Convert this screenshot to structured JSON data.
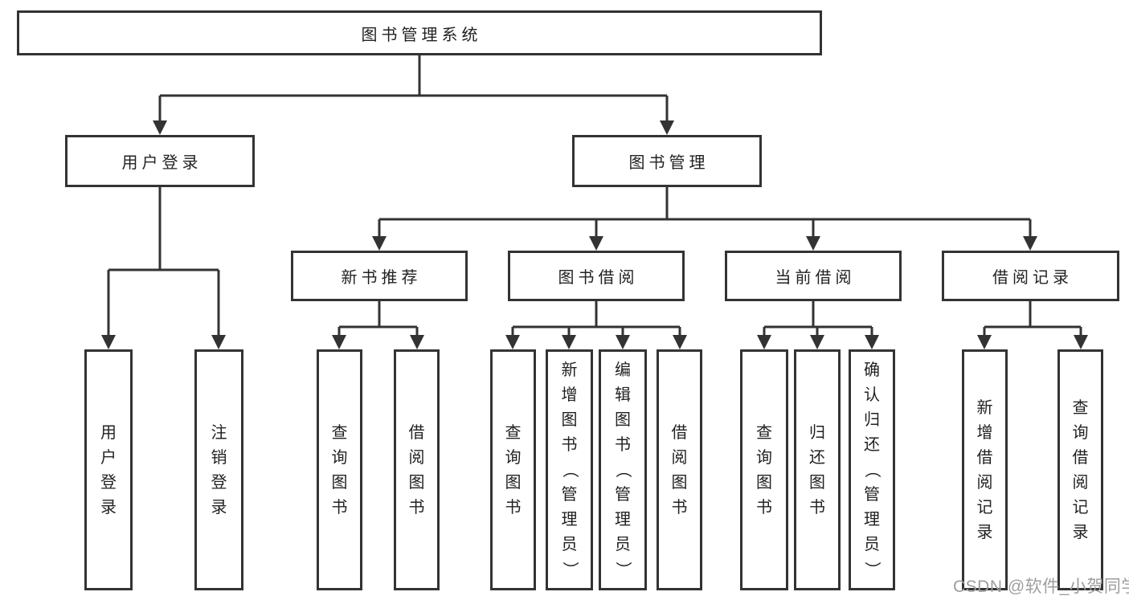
{
  "diagram_title": "图书管理系统",
  "tree": {
    "label": "图书管理系统",
    "children": [
      {
        "label": "用户登录",
        "children": [
          {
            "label": "用户登录"
          },
          {
            "label": "注销登录"
          }
        ]
      },
      {
        "label": "图书管理",
        "children": [
          {
            "label": "新书推荐",
            "children": [
              {
                "label": "查询图书"
              },
              {
                "label": "借阅图书"
              }
            ]
          },
          {
            "label": "图书借阅",
            "children": [
              {
                "label": "查询图书"
              },
              {
                "label": "新增图书（管理员）"
              },
              {
                "label": "编辑图书（管理员）"
              },
              {
                "label": "借阅图书"
              }
            ]
          },
          {
            "label": "当前借阅",
            "children": [
              {
                "label": "查询图书"
              },
              {
                "label": "归还图书"
              },
              {
                "label": "确认归还（管理员）"
              }
            ]
          },
          {
            "label": "借阅记录",
            "children": [
              {
                "label": "新增借阅记录"
              },
              {
                "label": "查询借阅记录"
              }
            ]
          }
        ]
      }
    ]
  },
  "watermark": "CSDN @软件_小贺同学",
  "colors": {
    "line": "#333333",
    "text": "#222222",
    "watermark": "#9e9e9e",
    "background": "#ffffff"
  }
}
